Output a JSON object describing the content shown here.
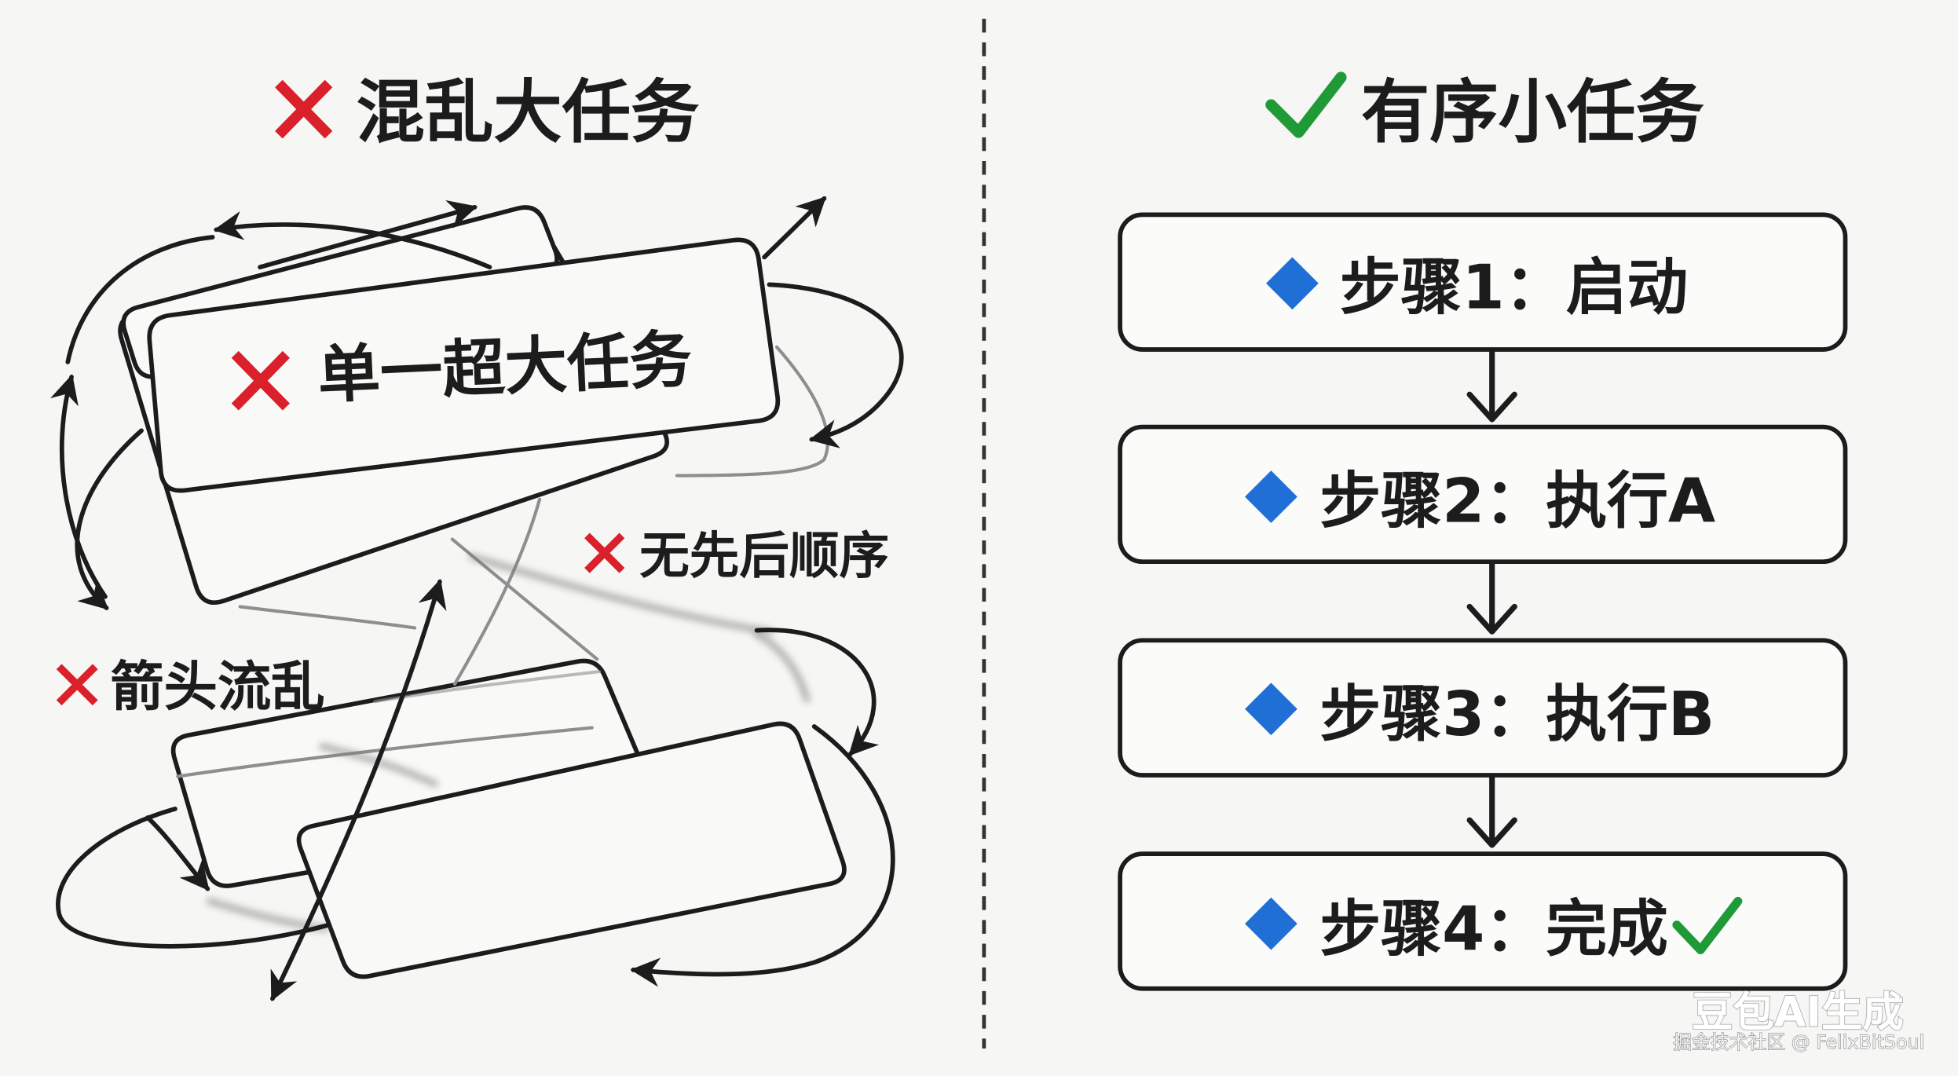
{
  "left_panel": {
    "title": "混乱大任务",
    "main_task_label": "单一超大任务",
    "notes": [
      "无先后顺序",
      "箭头流乱"
    ]
  },
  "right_panel": {
    "title": "有序小任务",
    "steps": [
      "步骤1：启动",
      "步骤2：执行A",
      "步骤3：执行B",
      "步骤4：完成"
    ]
  },
  "watermark": {
    "brand": "豆包AI生成",
    "credit": "掘金技术社区 @ FelixBitSoul"
  },
  "icons": {
    "bad": "cross-icon",
    "good": "check-icon",
    "step_bullet": "diamond-icon",
    "flow": "arrow-down-icon"
  },
  "colors": {
    "ink": "#1c1c1c",
    "cross": "#d9202b",
    "check": "#1f9a36",
    "diamond": "#1f6fd6"
  }
}
